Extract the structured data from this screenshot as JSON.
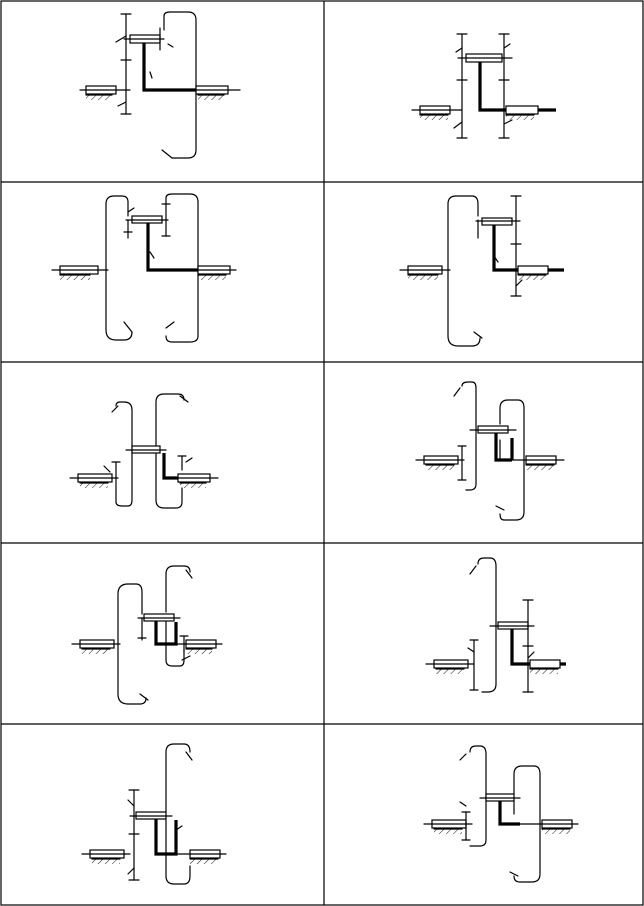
{
  "figure": {
    "kind": "planetary-gear-train-kinematic-schemes",
    "grid": {
      "rows": 5,
      "columns": 2
    },
    "stroke_color": "#000000",
    "background": "#ffffff",
    "schemes": [
      {
        "id": "scheme-1",
        "type": "single-internal-ring-right"
      },
      {
        "id": "scheme-2",
        "type": "external-gears-compact"
      },
      {
        "id": "scheme-3",
        "type": "two-internal-rings"
      },
      {
        "id": "scheme-4",
        "type": "large-ring-left"
      },
      {
        "id": "scheme-5",
        "type": "two-rings-upper"
      },
      {
        "id": "scheme-6",
        "type": "small-ring-and-large-ring"
      },
      {
        "id": "scheme-7",
        "type": "ring-left-small-right"
      },
      {
        "id": "scheme-8",
        "type": "tall-ring-center"
      },
      {
        "id": "scheme-9",
        "type": "tall-ring-right"
      },
      {
        "id": "scheme-10",
        "type": "two-rings-offset"
      }
    ]
  }
}
